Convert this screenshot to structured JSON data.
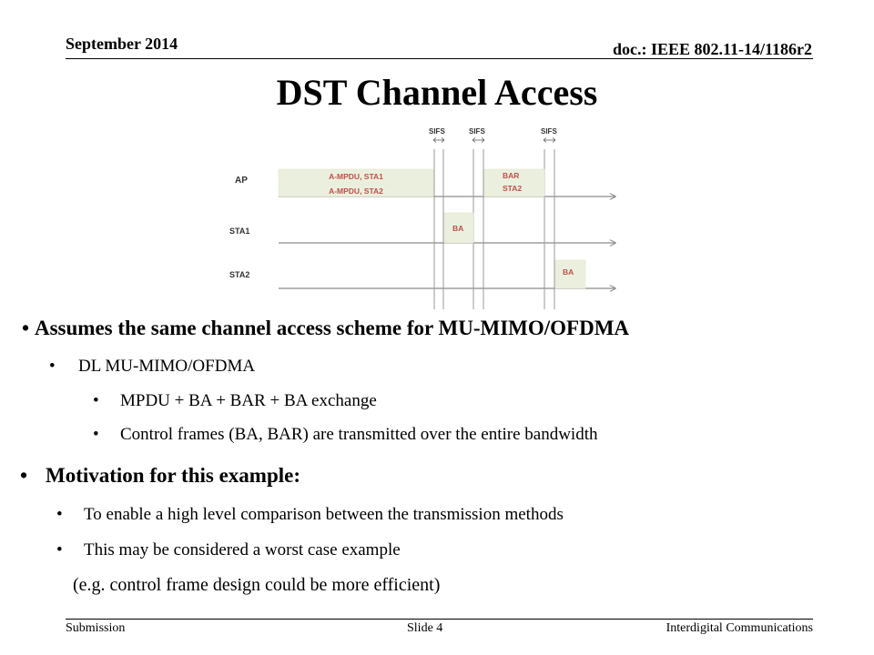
{
  "header": {
    "date": "September 2014",
    "doc_id": "doc.: IEEE 802.11-14/1186r2"
  },
  "title": "DST Channel Access",
  "diagram": {
    "stations": [
      "AP",
      "STA1",
      "STA2"
    ],
    "sifs_label": "SIFS",
    "frames": {
      "ampdu_sta1": "A-MPDU, STA1",
      "ampdu_sta2": "A-MPDU, STA2",
      "bar_line1": "BAR",
      "bar_line2": "STA2",
      "ba_sta1": "BA",
      "ba_sta2": "BA"
    },
    "colors": {
      "frame_fill": "#ebf0de",
      "frame_text": "#c0504d",
      "line": "#8c8c8c"
    }
  },
  "body": {
    "b1": "Assumes the same channel access scheme for MU-MIMO/OFDMA",
    "b1_sub": "DL MU-MIMO/OFDMA",
    "b1_sub_items": [
      "MPDU + BA + BAR + BA exchange",
      "Control frames (BA, BAR) are transmitted over the entire bandwidth"
    ],
    "b2": "Motivation for this example:",
    "b2_items": [
      "To enable a high level comparison between the transmission methods",
      "This may be considered a worst case example"
    ],
    "b2_note": "(e.g. control frame design could be more efficient)"
  },
  "footer": {
    "left": "Submission",
    "middle": "Slide 4",
    "right": "Interdigital Communications"
  }
}
